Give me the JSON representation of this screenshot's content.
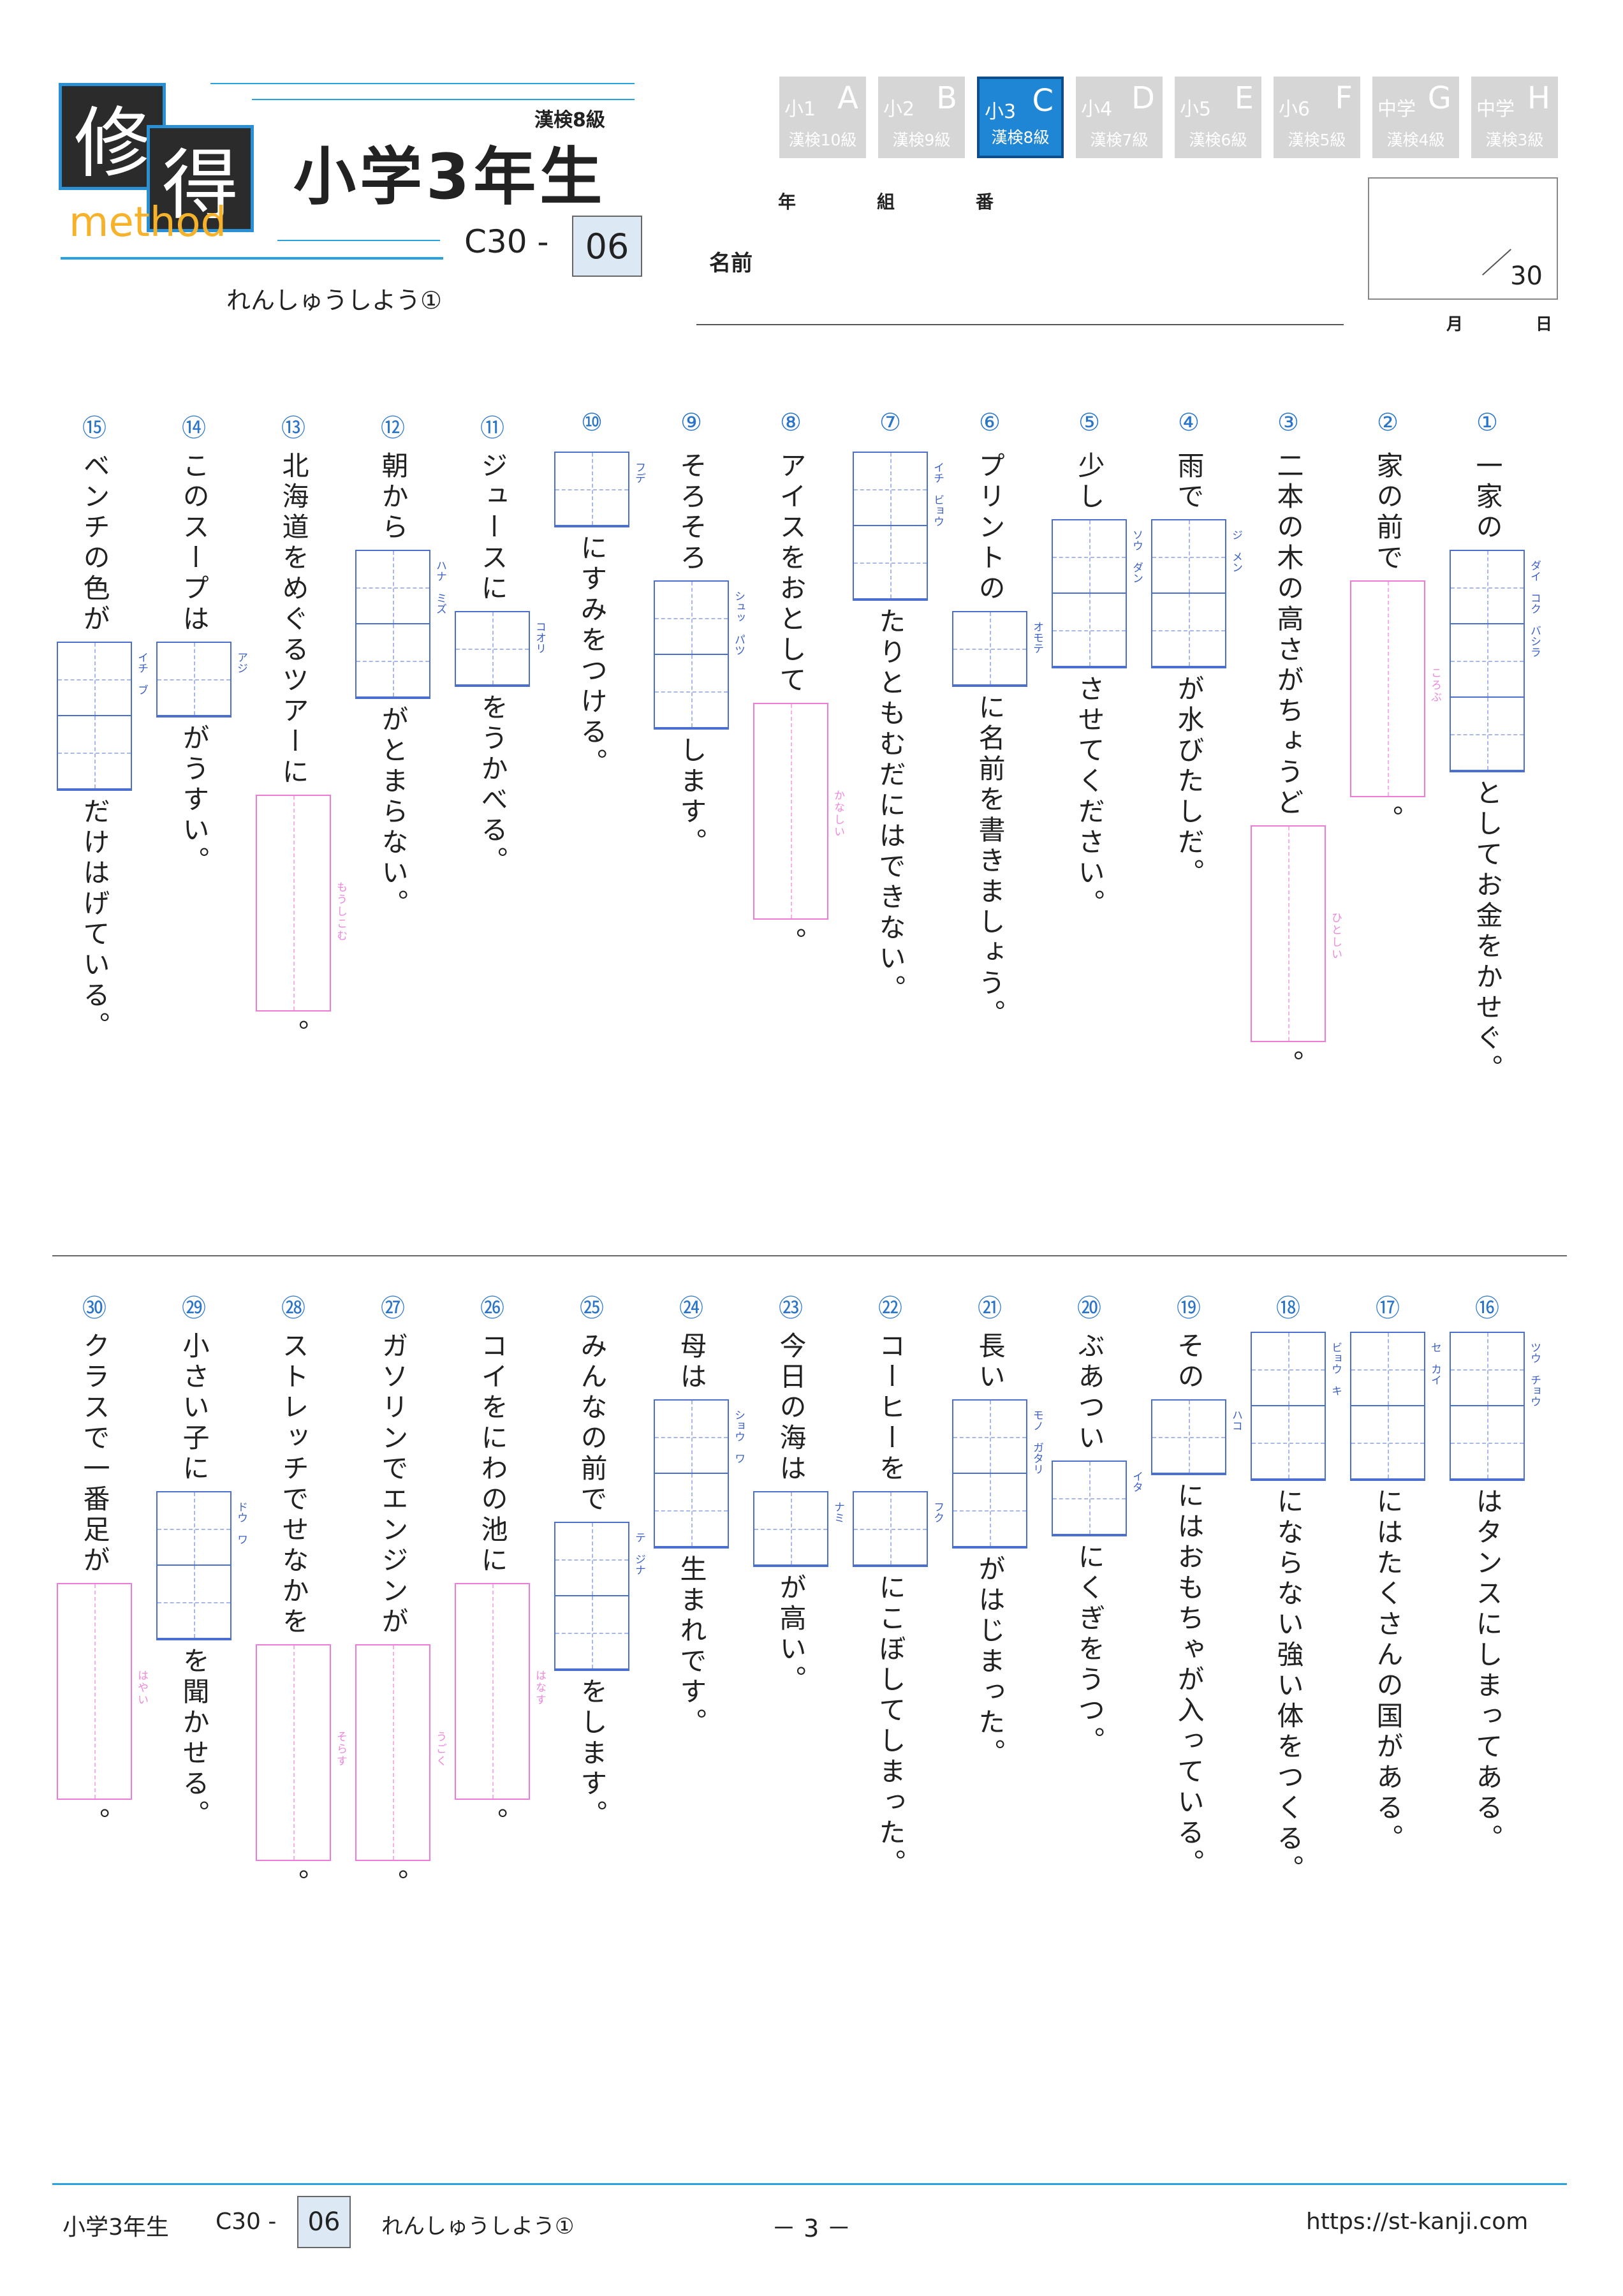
{
  "header": {
    "logo_char1": "修",
    "logo_char2": "得",
    "logo_word": "method",
    "title": "小学3年生",
    "kanken": "漢検8級",
    "code_prefix": "C30 -",
    "code_num": "06",
    "subtitle": "れんしゅうしよう①",
    "fields": {
      "nen": "年",
      "kumi": "組",
      "ban": "番",
      "name": "名前",
      "month": "月",
      "day": "日"
    },
    "score": "30"
  },
  "grade_tabs": [
    {
      "level": "小1",
      "letter": "A",
      "kanken": "漢検10級",
      "active": false
    },
    {
      "level": "小2",
      "letter": "B",
      "kanken": "漢検9級",
      "active": false
    },
    {
      "level": "小3",
      "letter": "C",
      "kanken": "漢検8級",
      "active": true
    },
    {
      "level": "小4",
      "letter": "D",
      "kanken": "漢検7級",
      "active": false
    },
    {
      "level": "小5",
      "letter": "E",
      "kanken": "漢検6級",
      "active": false
    },
    {
      "level": "小6",
      "letter": "F",
      "kanken": "漢検5級",
      "active": false
    },
    {
      "level": "中学",
      "letter": "G",
      "kanken": "漢検4級",
      "active": false
    },
    {
      "level": "中学",
      "letter": "H",
      "kanken": "漢検3級",
      "active": false
    }
  ],
  "questions": [
    {
      "num": "①",
      "parts": [
        {
          "t": "text",
          "v": "一家の"
        },
        {
          "t": "box",
          "n": 3,
          "f": "ダイ　コク　バシラ"
        },
        {
          "t": "text",
          "v": "としてお金をかせぐ。"
        }
      ]
    },
    {
      "num": "②",
      "parts": [
        {
          "t": "text",
          "v": "家の前で"
        },
        {
          "t": "pbox",
          "f": "ころぶ"
        },
        {
          "t": "text",
          "v": "。"
        }
      ]
    },
    {
      "num": "③",
      "parts": [
        {
          "t": "text",
          "v": "二本の木の高さがちょうど"
        },
        {
          "t": "pbox",
          "f": "ひとしい"
        },
        {
          "t": "text",
          "v": "。"
        }
      ]
    },
    {
      "num": "④",
      "parts": [
        {
          "t": "text",
          "v": "雨で"
        },
        {
          "t": "box",
          "n": 2,
          "f": "ジ　メン"
        },
        {
          "t": "text",
          "v": "が水びたしだ。"
        }
      ]
    },
    {
      "num": "⑤",
      "parts": [
        {
          "t": "text",
          "v": "少し"
        },
        {
          "t": "box",
          "n": 2,
          "f": "ソウ　ダン"
        },
        {
          "t": "text",
          "v": "させてください。"
        }
      ]
    },
    {
      "num": "⑥",
      "parts": [
        {
          "t": "text",
          "v": "プリントの"
        },
        {
          "t": "box",
          "n": 1,
          "f": "オモテ"
        },
        {
          "t": "text",
          "v": "に名前を書きましょう。"
        }
      ]
    },
    {
      "num": "⑦",
      "parts": [
        {
          "t": "box",
          "n": 2,
          "f": "イチ　ビョウ"
        },
        {
          "t": "text",
          "v": "たりともむだにはできない。"
        }
      ]
    },
    {
      "num": "⑧",
      "parts": [
        {
          "t": "text",
          "v": "アイスをおとして"
        },
        {
          "t": "pbox",
          "f": "かなしい"
        },
        {
          "t": "text",
          "v": "。"
        }
      ]
    },
    {
      "num": "⑨",
      "parts": [
        {
          "t": "text",
          "v": "そろそろ"
        },
        {
          "t": "box",
          "n": 2,
          "f": "シュッ　パツ"
        },
        {
          "t": "text",
          "v": "します。"
        }
      ]
    },
    {
      "num": "⑩",
      "parts": [
        {
          "t": "box",
          "n": 1,
          "f": "フデ"
        },
        {
          "t": "text",
          "v": "にすみをつける。"
        }
      ]
    },
    {
      "num": "⑪",
      "parts": [
        {
          "t": "text",
          "v": "ジュースに"
        },
        {
          "t": "box",
          "n": 1,
          "f": "コオリ"
        },
        {
          "t": "text",
          "v": "をうかべる。"
        }
      ]
    },
    {
      "num": "⑫",
      "parts": [
        {
          "t": "text",
          "v": "朝から"
        },
        {
          "t": "box",
          "n": 2,
          "f": "ハナ　ミズ"
        },
        {
          "t": "text",
          "v": "がとまらない。"
        }
      ]
    },
    {
      "num": "⑬",
      "parts": [
        {
          "t": "text",
          "v": "北海道をめぐるツアーに"
        },
        {
          "t": "pbox",
          "f": "もうしこむ"
        },
        {
          "t": "text",
          "v": "。"
        }
      ]
    },
    {
      "num": "⑭",
      "parts": [
        {
          "t": "text",
          "v": "このスープは"
        },
        {
          "t": "box",
          "n": 1,
          "f": "アジ"
        },
        {
          "t": "text",
          "v": "がうすい。"
        }
      ]
    },
    {
      "num": "⑮",
      "parts": [
        {
          "t": "text",
          "v": "ベンチの色が"
        },
        {
          "t": "box",
          "n": 2,
          "f": "イチ　ブ"
        },
        {
          "t": "text",
          "v": "だけはげている。"
        }
      ]
    },
    {
      "num": "⑯",
      "parts": [
        {
          "t": "box",
          "n": 2,
          "f": "ツウ　チョウ"
        },
        {
          "t": "text",
          "v": "はタンスにしまってある。"
        }
      ]
    },
    {
      "num": "⑰",
      "parts": [
        {
          "t": "box",
          "n": 2,
          "f": "セ　カイ"
        },
        {
          "t": "text",
          "v": "にはたくさんの国がある。"
        }
      ]
    },
    {
      "num": "⑱",
      "parts": [
        {
          "t": "box",
          "n": 2,
          "f": "ビョウ　キ"
        },
        {
          "t": "text",
          "v": "にならない強い体をつくる。"
        }
      ]
    },
    {
      "num": "⑲",
      "parts": [
        {
          "t": "text",
          "v": "その"
        },
        {
          "t": "box",
          "n": 1,
          "f": "ハコ"
        },
        {
          "t": "text",
          "v": "にはおもちゃが入っている。"
        }
      ]
    },
    {
      "num": "⑳",
      "parts": [
        {
          "t": "text",
          "v": "ぶあつい"
        },
        {
          "t": "box",
          "n": 1,
          "f": "イタ"
        },
        {
          "t": "text",
          "v": "にくぎをうつ。"
        }
      ]
    },
    {
      "num": "㉑",
      "parts": [
        {
          "t": "text",
          "v": "長い"
        },
        {
          "t": "box",
          "n": 2,
          "f": "モノ　ガタリ"
        },
        {
          "t": "text",
          "v": "がはじまった。"
        }
      ]
    },
    {
      "num": "㉒",
      "parts": [
        {
          "t": "text",
          "v": "コーヒーを"
        },
        {
          "t": "box",
          "n": 1,
          "f": "フク"
        },
        {
          "t": "text",
          "v": "にこぼしてしまった。"
        }
      ]
    },
    {
      "num": "㉓",
      "parts": [
        {
          "t": "text",
          "v": "今日の海は"
        },
        {
          "t": "box",
          "n": 1,
          "f": "ナミ"
        },
        {
          "t": "text",
          "v": "が高い。"
        }
      ]
    },
    {
      "num": "㉔",
      "parts": [
        {
          "t": "text",
          "v": "母は"
        },
        {
          "t": "box",
          "n": 2,
          "f": "ショウ　ワ"
        },
        {
          "t": "text",
          "v": "生まれです。"
        }
      ]
    },
    {
      "num": "㉕",
      "parts": [
        {
          "t": "text",
          "v": "みんなの前で"
        },
        {
          "t": "box",
          "n": 2,
          "f": "テ　ジナ"
        },
        {
          "t": "text",
          "v": "をします。"
        }
      ]
    },
    {
      "num": "㉖",
      "parts": [
        {
          "t": "text",
          "v": "コイをにわの池に"
        },
        {
          "t": "pbox",
          "f": "はなす"
        },
        {
          "t": "text",
          "v": "。"
        }
      ]
    },
    {
      "num": "㉗",
      "parts": [
        {
          "t": "text",
          "v": "ガソリンでエンジンが"
        },
        {
          "t": "pbox",
          "f": "うごく"
        },
        {
          "t": "text",
          "v": "。"
        }
      ]
    },
    {
      "num": "㉘",
      "parts": [
        {
          "t": "text",
          "v": "ストレッチでせなかを"
        },
        {
          "t": "pbox",
          "f": "そらす"
        },
        {
          "t": "text",
          "v": "。"
        }
      ]
    },
    {
      "num": "㉙",
      "parts": [
        {
          "t": "text",
          "v": "小さい子に"
        },
        {
          "t": "box",
          "n": 2,
          "f": "ドウ　ワ"
        },
        {
          "t": "text",
          "v": "を聞かせる。"
        }
      ]
    },
    {
      "num": "㉚",
      "parts": [
        {
          "t": "text",
          "v": "クラスで一番足が"
        },
        {
          "t": "pbox",
          "f": "はやい"
        },
        {
          "t": "text",
          "v": "。"
        }
      ]
    }
  ],
  "footer": {
    "title": "小学3年生",
    "code_prefix": "C30 -",
    "code_num": "06",
    "subtitle": "れんしゅうしよう①",
    "page": "－ 3 －",
    "url": "https://st-kanji.com"
  },
  "colors": {
    "accent": "#29a3e0",
    "box": "#4a6fd0",
    "answer_box": "#f07ad8",
    "qnum": "#2a75c9",
    "active_tab": "#1f86d6"
  }
}
